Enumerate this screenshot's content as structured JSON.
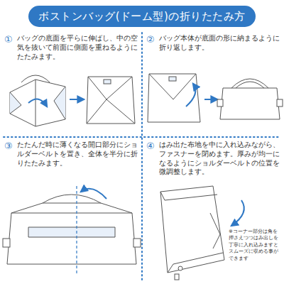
{
  "diagram": {
    "title": "ボストンバッグ(ドーム型)の折りたたみ方",
    "labels": [
      "①",
      "バッグの底面を平らに伸ばし、中の空気を抜いて前面に側面を重ねるようにたたみます。",
      "②",
      "バッグ本体が底面の形に納まるように折り返します。",
      "③",
      "たたんだ時に薄くなる開口部分にショルダーベルトを置き、全体を半分に折りたたみます。",
      "④",
      "はみ出た布地を中に入れ込みながら、ファスナーを閉めます。厚みが均一になるようにショルダーベルトの位置を微調整します。",
      "※コーナー部分は角を押さえつつはみ出しを丁寧に入れ込みますとスムーズに収める事ができます"
    ]
  }
}
